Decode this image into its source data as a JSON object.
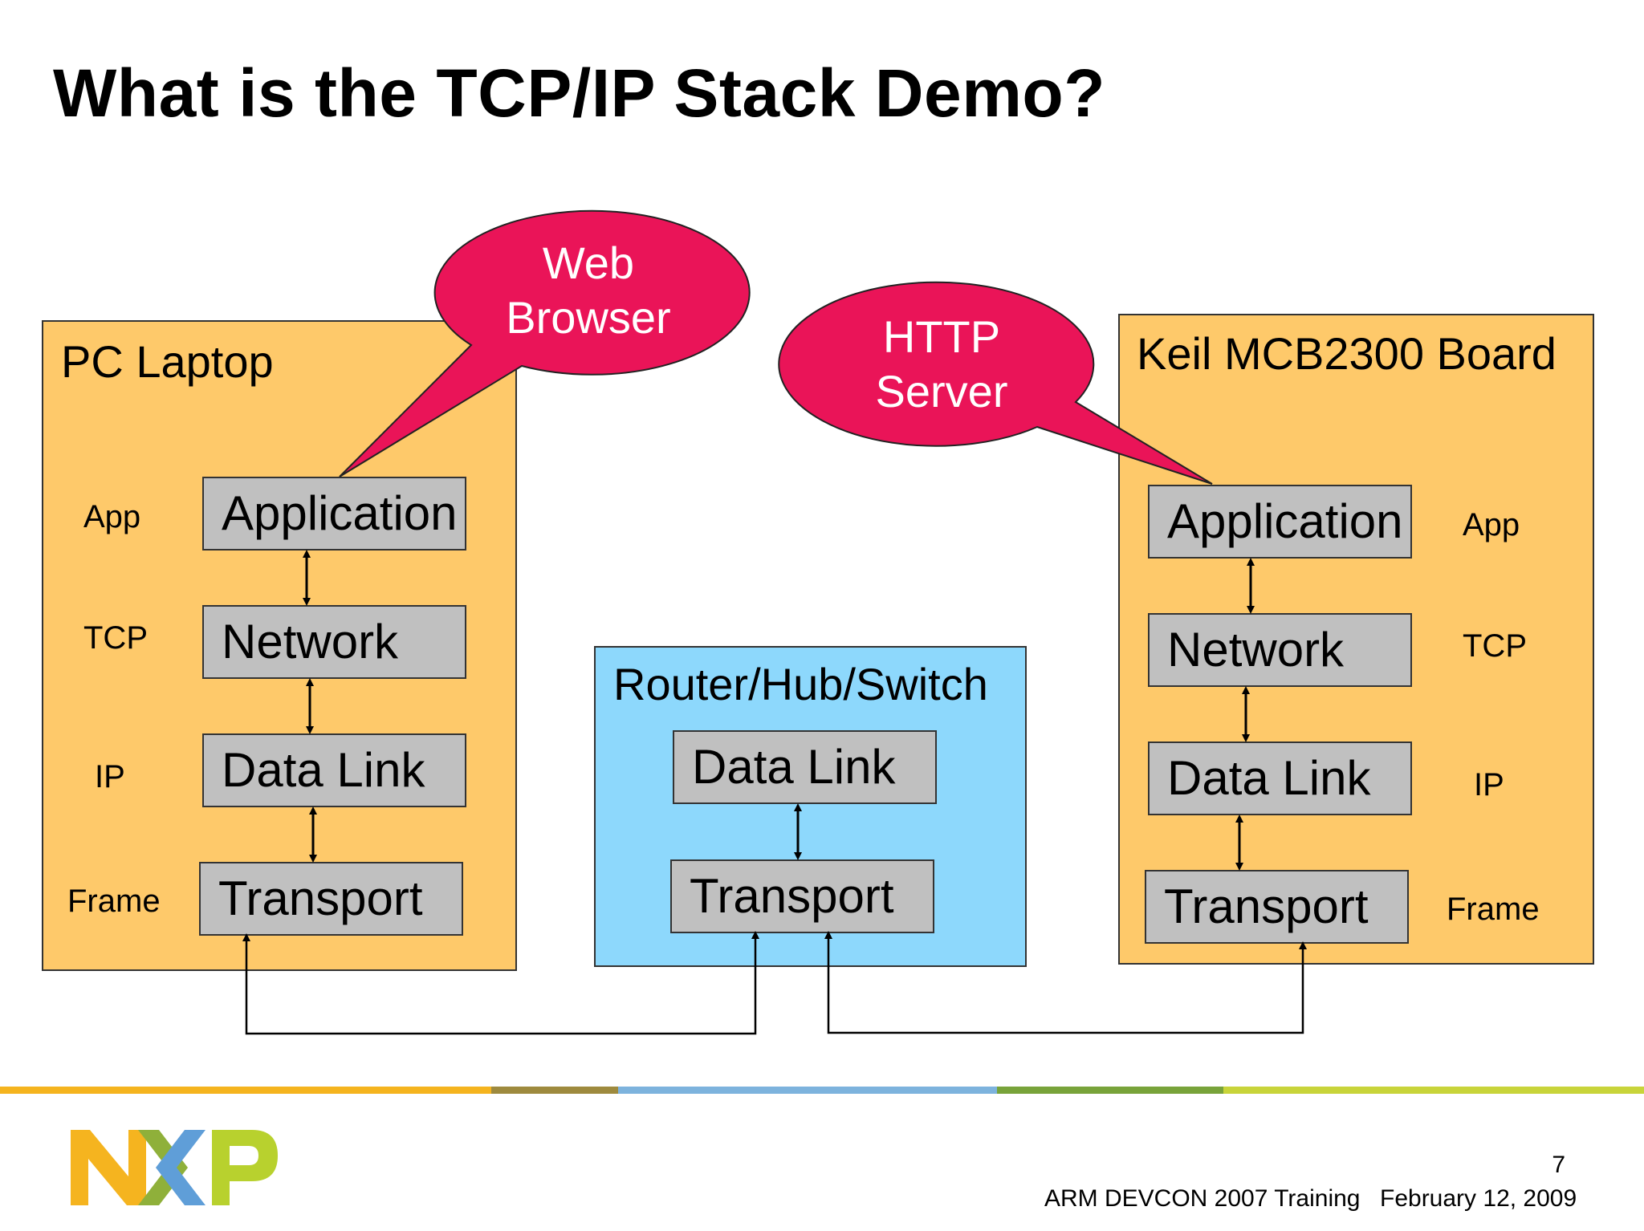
{
  "title": "What is the TCP/IP Stack Demo?",
  "pc": {
    "title": "PC Laptop",
    "layers": [
      "Application",
      "Network",
      "Data Link",
      "Transport"
    ],
    "side_labels": [
      "App",
      "TCP",
      "IP",
      "Frame"
    ]
  },
  "router": {
    "title": "Router/Hub/Switch",
    "layers": [
      "Data Link",
      "Transport"
    ]
  },
  "board": {
    "title": "Keil MCB2300 Board",
    "layers": [
      "Application",
      "Network",
      "Data Link",
      "Transport"
    ],
    "side_labels": [
      "App",
      "TCP",
      "IP",
      "Frame"
    ]
  },
  "callouts": {
    "web_browser": [
      "Web",
      "Browser"
    ],
    "http_server": [
      "HTTP",
      "Server"
    ]
  },
  "footer": {
    "page_number": "7",
    "event": "ARM DEVCON 2007 Training",
    "date": "February 12, 2009"
  },
  "logo": {
    "text": "NXP"
  },
  "colors": {
    "panel_orange": "#fec96a",
    "panel_blue": "#8dd8fc",
    "layer_gray": "#c0c0c0",
    "callout": "#ea1458"
  }
}
